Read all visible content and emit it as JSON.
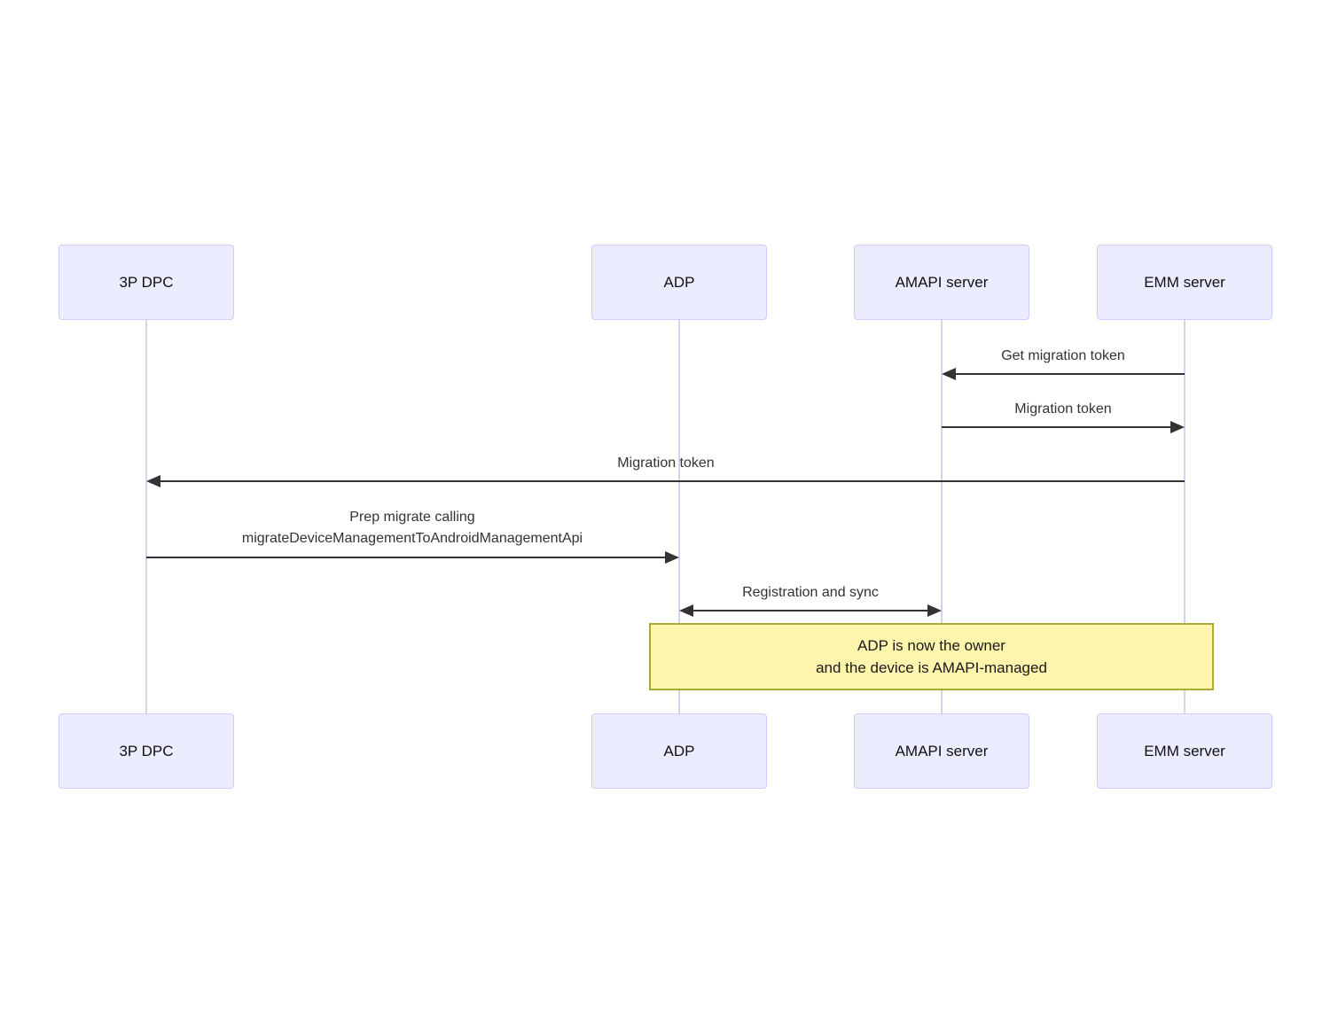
{
  "diagram": {
    "type": "sequence",
    "colors": {
      "actor_fill": "#ECECFF",
      "actor_border": "#CCCCFF",
      "lifeline": "#D8D2EC",
      "arrow": "#333333",
      "note_fill": "#FFF5AD",
      "note_border": "#AAAA33"
    },
    "actors": [
      {
        "id": "3p-dpc",
        "label": "3P DPC"
      },
      {
        "id": "adp",
        "label": "ADP"
      },
      {
        "id": "amapi-server",
        "label": "AMAPI server"
      },
      {
        "id": "emm-server",
        "label": "EMM server"
      }
    ],
    "messages": [
      {
        "from": "EMM server",
        "to": "AMAPI server",
        "arrow": "left",
        "label": "Get migration token"
      },
      {
        "from": "AMAPI server",
        "to": "EMM server",
        "arrow": "right",
        "label": "Migration token"
      },
      {
        "from": "EMM server",
        "to": "3P DPC",
        "arrow": "left",
        "label": "Migration token"
      },
      {
        "from": "3P DPC",
        "to": "ADP",
        "arrow": "right",
        "label_line1": "Prep migrate calling",
        "label_line2": "migrateDeviceManagementToAndroidManagementApi"
      },
      {
        "from": "ADP",
        "to": "AMAPI server",
        "arrow": "both",
        "label": "Registration and sync"
      }
    ],
    "note": {
      "spans": "ADP to EMM server",
      "line1": "ADP is now the owner",
      "line2": "and the device is AMAPI-managed"
    }
  }
}
